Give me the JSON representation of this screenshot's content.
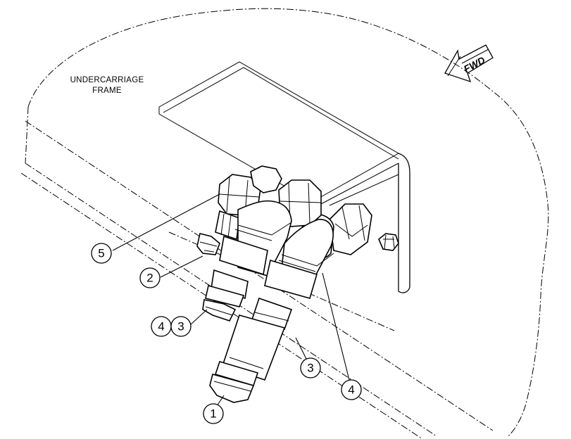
{
  "frame_label": {
    "line1": "UNDERCARRIAGE",
    "line2": "FRAME"
  },
  "fwd_arrow": {
    "text": "FWD"
  },
  "callouts": [
    {
      "id": "c5",
      "number": "5"
    },
    {
      "id": "c2",
      "number": "2"
    },
    {
      "id": "c4a",
      "number": "4"
    },
    {
      "id": "c3a",
      "number": "3"
    },
    {
      "id": "c3b",
      "number": "3"
    },
    {
      "id": "c4b",
      "number": "4"
    },
    {
      "id": "c1",
      "number": "1"
    }
  ]
}
